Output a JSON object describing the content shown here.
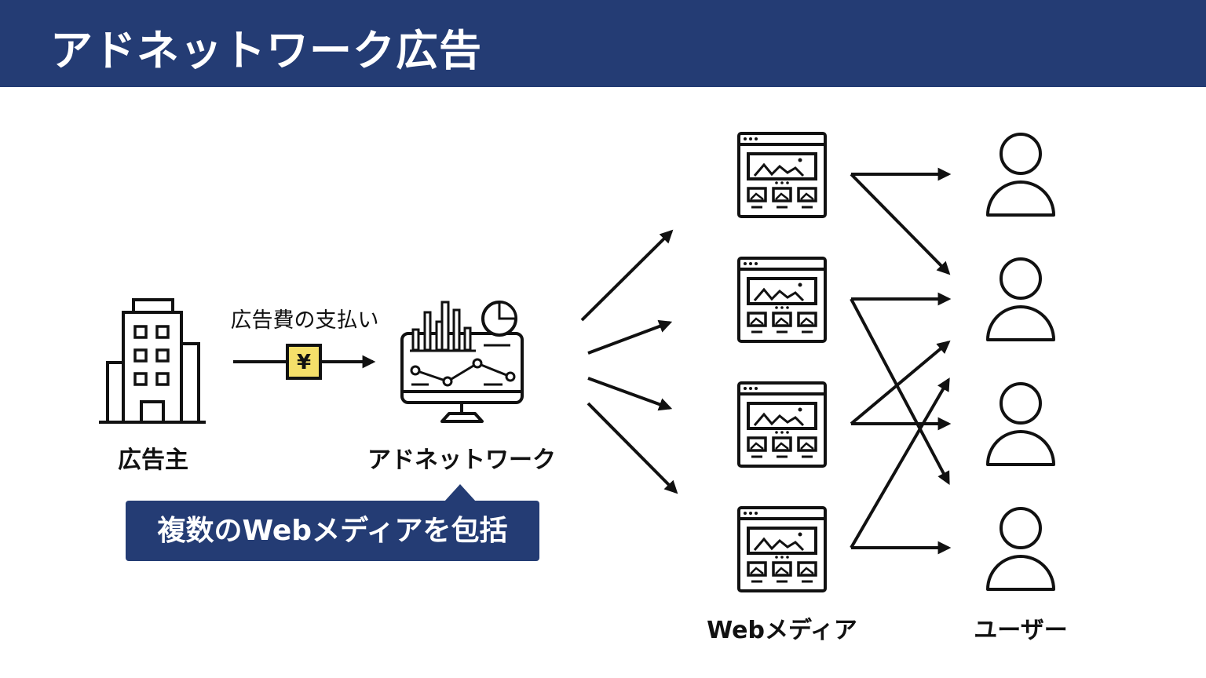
{
  "header": {
    "title": "アドネットワーク広告"
  },
  "labels": {
    "advertiser": "広告主",
    "payment": "広告費の支払い",
    "yen_symbol": "¥",
    "ad_network": "アドネットワーク",
    "web_media": "Webメディア",
    "users": "ユーザー"
  },
  "callout": {
    "text": "複数のWebメディアを包括"
  },
  "colors": {
    "header_bg": "#243c74",
    "yen_badge": "#f5df6a",
    "stroke": "#111111"
  }
}
